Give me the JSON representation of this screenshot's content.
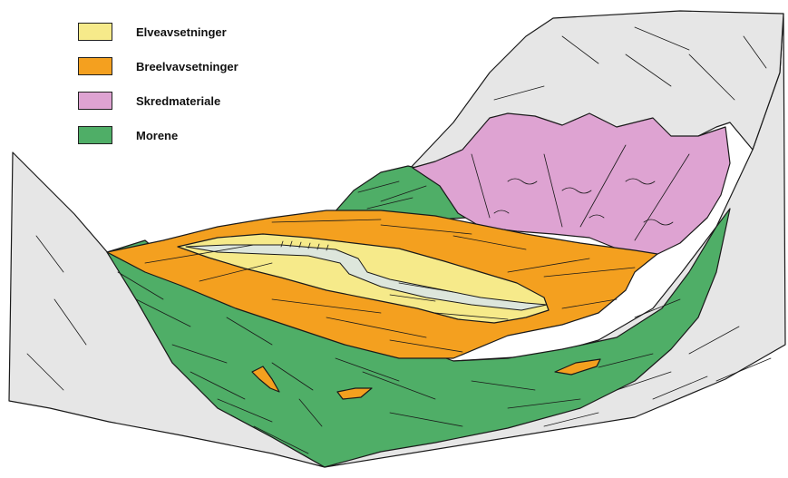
{
  "legend": {
    "items": [
      {
        "label": "Elveavsetninger",
        "color": "#f6ea8a"
      },
      {
        "label": "Breelvavsetninger",
        "color": "#f4a01f"
      },
      {
        "label": "Skredmateriale",
        "color": "#dea3d2"
      },
      {
        "label": "Morene",
        "color": "#4fae67"
      }
    ]
  },
  "colors": {
    "bedrock": "#e6e6e6",
    "river": "#dde6dc",
    "outline": "#1a1a1a"
  }
}
